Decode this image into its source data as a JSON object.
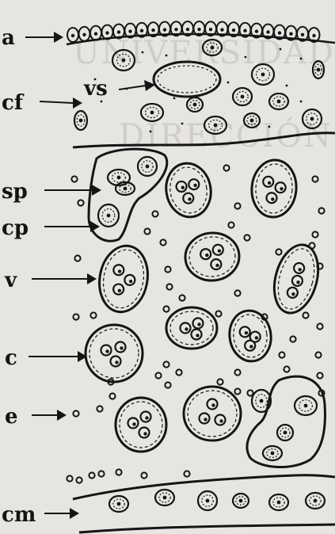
{
  "figure": {
    "watermark": [
      "UNIVERSIDAD AUTÓ",
      "DIRECCIÓN GE"
    ],
    "labels": [
      {
        "key": "a",
        "text": "a"
      },
      {
        "key": "cf",
        "text": "cf"
      },
      {
        "key": "vs",
        "text": "vs"
      },
      {
        "key": "sp",
        "text": "sp"
      },
      {
        "key": "cp",
        "text": "cp"
      },
      {
        "key": "v",
        "text": "v"
      },
      {
        "key": "c",
        "text": "c"
      },
      {
        "key": "e",
        "text": "e"
      },
      {
        "key": "cm",
        "text": "cm"
      }
    ]
  },
  "colors": {
    "ink": "#151515",
    "paper": "#e6e5e1",
    "watermark": "#cfcdc8"
  }
}
